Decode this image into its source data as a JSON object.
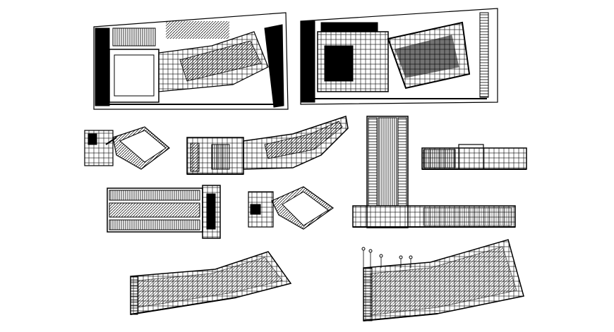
{
  "sheet": {
    "background": "#ffffff",
    "ink": "#000000",
    "drawings": [
      {
        "id": "site-plan-1",
        "kind": "site plan"
      },
      {
        "id": "site-plan-2",
        "kind": "site plan"
      },
      {
        "id": "floor-plan-small-1",
        "kind": "floor plan"
      },
      {
        "id": "floor-plan-wide",
        "kind": "floor plan"
      },
      {
        "id": "section-tower",
        "kind": "section"
      },
      {
        "id": "elevation-small",
        "kind": "elevation"
      },
      {
        "id": "floor-plan-long",
        "kind": "floor plan"
      },
      {
        "id": "floor-plan-small-2",
        "kind": "floor plan"
      },
      {
        "id": "elevation-curved-1",
        "kind": "elevation"
      },
      {
        "id": "elevation-curved-2",
        "kind": "elevation"
      }
    ]
  }
}
